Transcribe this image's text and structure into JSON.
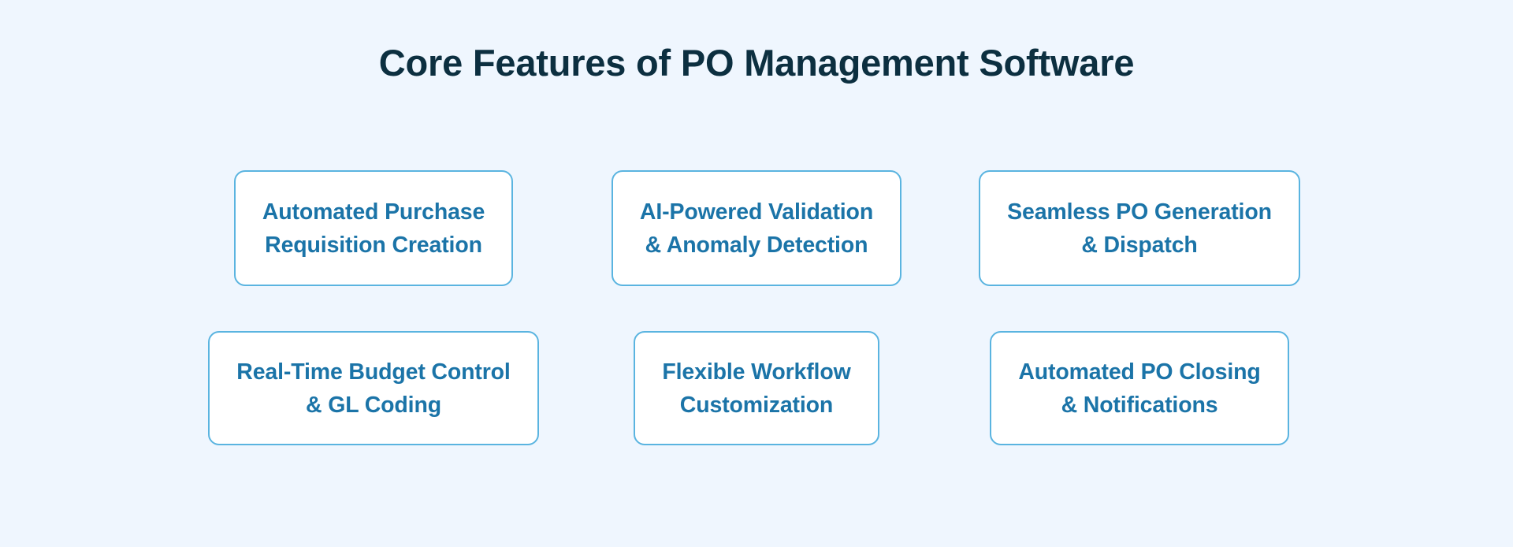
{
  "page": {
    "background_color": "#eff6fe",
    "title": "Core Features of PO Management Software",
    "title_color": "#0c2f40"
  },
  "card_style": {
    "background_color": "#ffffff",
    "border_color": "#5ab4e0",
    "text_color": "#1b74a8"
  },
  "grid": {
    "rows": [
      {
        "cards": [
          {
            "line1": "Automated Purchase",
            "line2": "Requisition Creation",
            "label": "Automated Purchase\nRequisition Creation"
          },
          {
            "line1": "AI-Powered Validation",
            "line2": "& Anomaly Detection",
            "label": "AI-Powered Validation\n& Anomaly Detection"
          },
          {
            "line1": "Seamless PO Generation",
            "line2": "& Dispatch",
            "label": "Seamless PO Generation\n& Dispatch"
          }
        ]
      },
      {
        "cards": [
          {
            "line1": "Real-Time Budget Control",
            "line2": "& GL Coding",
            "label": "Real-Time Budget Control\n& GL Coding"
          },
          {
            "line1": "Flexible Workflow",
            "line2": "Customization",
            "label": "Flexible Workflow\nCustomization"
          },
          {
            "line1": "Automated PO Closing",
            "line2": "& Notifications",
            "label": "Automated PO Closing\n& Notifications"
          }
        ]
      }
    ]
  }
}
